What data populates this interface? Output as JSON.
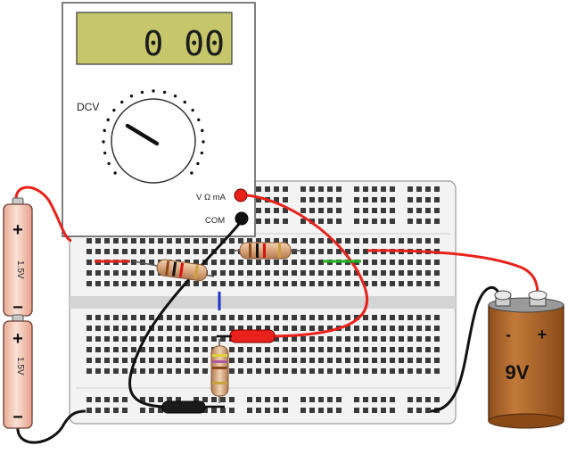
{
  "meter": {
    "display_value": "0 00",
    "range_label": "DCV",
    "jack_vohm_label": "V Ω mA",
    "jack_com_label": "COM"
  },
  "batteries": {
    "top": {
      "voltage_label": "1.5V",
      "plus": "+",
      "minus": "−"
    },
    "bottom": {
      "voltage_label": "1.5V",
      "plus": "+",
      "minus": "−"
    }
  },
  "battery9v": {
    "label": "9V",
    "minus": "-",
    "plus": "+"
  },
  "colors": {
    "lcd": "#c5c76a",
    "breadboard": "#f2f2f2",
    "hole": "#444444",
    "red_wire": "#e8221a",
    "black_wire": "#111111",
    "battery_cell": "#f4c6b1",
    "battery9v_body": "#b36a2d"
  }
}
